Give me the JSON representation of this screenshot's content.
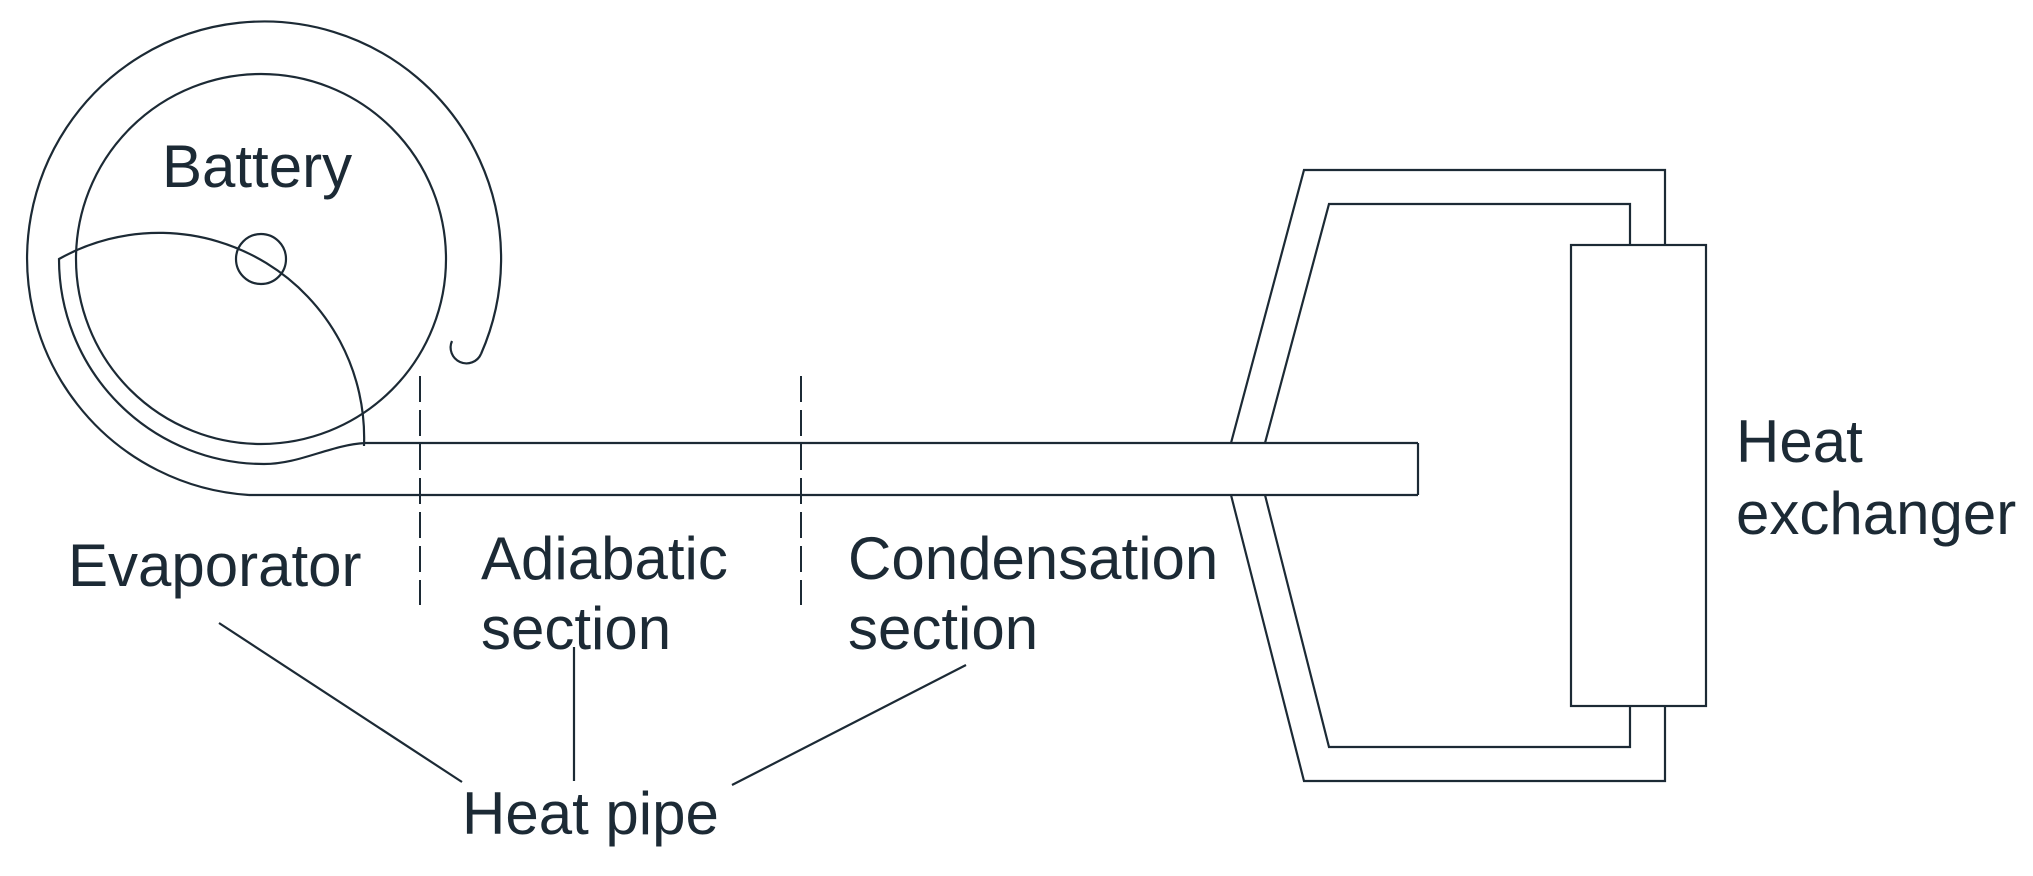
{
  "diagram": {
    "labels": {
      "battery": "Battery",
      "evaporator": "Evaporator",
      "adiabatic_line1": "Adiabatic",
      "adiabatic_line2": "section",
      "condensation_line1": "Condensation",
      "condensation_line2": "section",
      "heat_pipe": "Heat pipe",
      "heat_exchanger_line1": "Heat",
      "heat_exchanger_line2": "exchanger"
    },
    "colors": {
      "stroke": "#1c2a35",
      "background": "#ffffff"
    }
  }
}
